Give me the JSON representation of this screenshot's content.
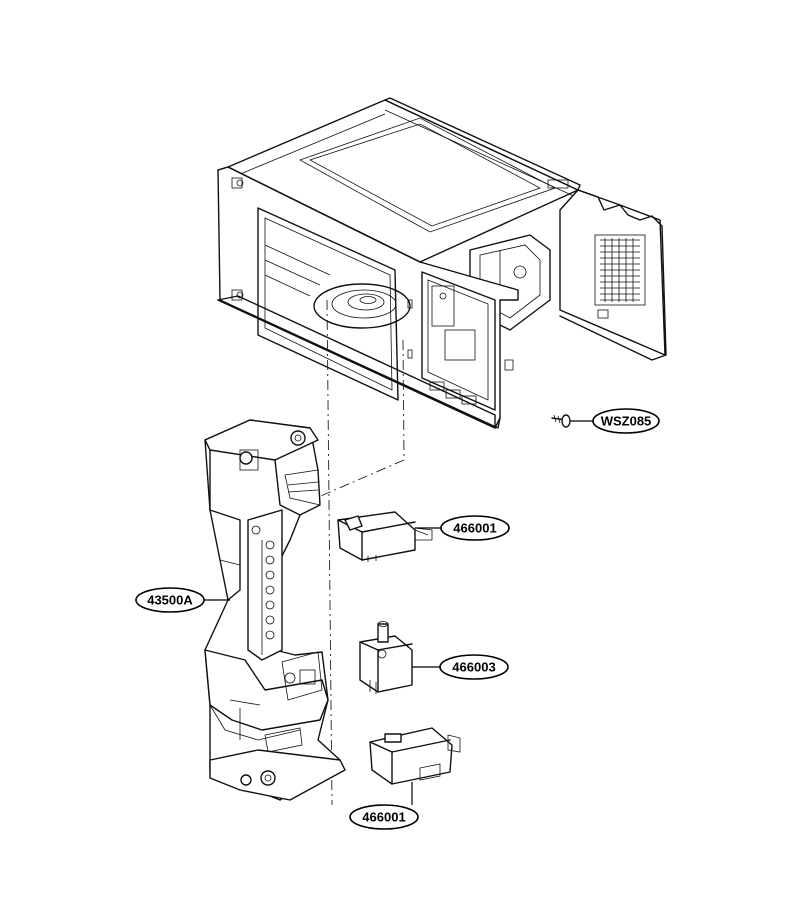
{
  "labels": {
    "screw": "WSZ085",
    "switch_top": "466001",
    "latch_frame": "43500A",
    "switch_mid": "466003",
    "switch_bottom": "466001"
  }
}
